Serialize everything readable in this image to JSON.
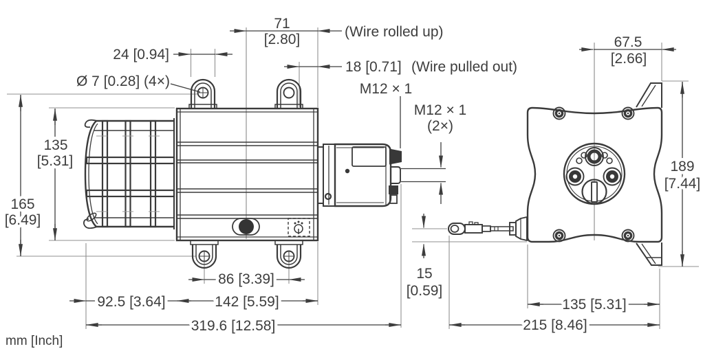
{
  "units_label": "mm [Inch]",
  "colors": {
    "line": "#3a3a3a",
    "dim": "#3d3d3d",
    "extension": "#8f8f8f",
    "background": "#ffffff"
  },
  "left_view": {
    "dims": {
      "lug_width": "24 [0.94]",
      "hole_note": "Ø 7 [0.28] (4×)",
      "wire_rolled_offset": {
        "value": "71",
        "inch": "[2.80]",
        "note": "(Wire rolled up)"
      },
      "wire_pulled_offset": {
        "value": "18 [0.71]",
        "note": "(Wire pulled out)"
      },
      "connector_top": "M12 × 1",
      "connector_side": {
        "value": "M12 × 1",
        "count": "(2×)"
      },
      "body_height": {
        "value": "135",
        "inch": "[5.31]"
      },
      "lug_span_vertical": {
        "value": "165",
        "inch": "[6.49]"
      },
      "lug_span_horizontal": "86 [3.39]",
      "drum_length": "92.5 [3.64]",
      "body_length": "142 [5.59]",
      "total_length": "319.6 [12.58]"
    }
  },
  "right_view": {
    "dims": {
      "center_to_edge": {
        "value": "67.5",
        "inch": "[2.66]"
      },
      "tab_span": {
        "value": "189",
        "inch": "[7.44]"
      },
      "wire_outlet_offset": {
        "value": "15",
        "inch": "[0.59]"
      },
      "plate_width": "135 [5.31]",
      "total_width": "215 [8.46]"
    }
  }
}
